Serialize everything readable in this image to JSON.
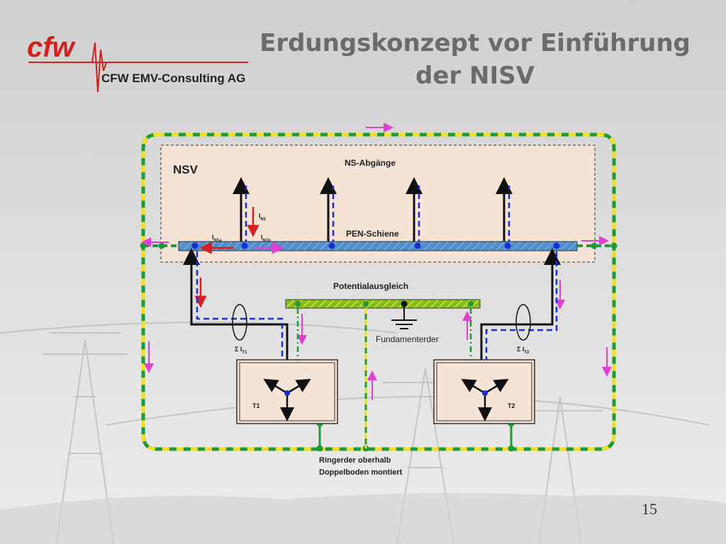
{
  "company_name": "CFW EMV-Consulting AG",
  "logo_text": "cfw",
  "title_line1": "Erdungskonzept vor Einführung",
  "title_line2": "der NISV",
  "page_number": "15",
  "diagram": {
    "nsv_label": "NSV",
    "ns_abgaenge_label": "NS-Abgänge",
    "pen_schiene_label": "PEN-Schiene",
    "potentialausgleich_label": "Potentialausgleich",
    "fundamenterder_label": "Fundamenterder",
    "ringerder_line1": "Ringerder oberhalb",
    "ringerder_line2": "Doppelboden montiert",
    "in1_label": "I",
    "in1_sub": "N1",
    "in1a_label": "I",
    "in1a_sub": "N1a",
    "in1b_label": "I",
    "in1b_sub": "N1b",
    "sum_it1_label": "Σ I",
    "sum_it1_sub": "T1",
    "sum_it2_label": "Σ I",
    "sum_it2_sub": "T2",
    "t1_label": "T1",
    "t2_label": "T2"
  },
  "colors": {
    "title": "#6b6b6b",
    "logo_red": "#d42020",
    "nsv_fill": "#f5e3d6",
    "transformer_fill": "#f5e3d6",
    "pen_bar": "#4f8fc9",
    "potential_bar": "#7fbf1f",
    "ring_green": "#1f9a3a",
    "ring_yellow": "#f0e020",
    "neutral_blue": "#1a2bd8",
    "current_red": "#d42020",
    "current_magenta": "#e040d0"
  }
}
